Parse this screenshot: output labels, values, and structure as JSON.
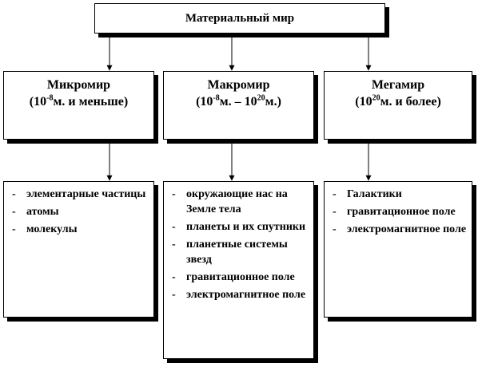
{
  "root": {
    "label": "Материальный мир"
  },
  "levels": {
    "micro": {
      "title": "Микромир",
      "range_open": "(10",
      "range_exp": "-8",
      "range_close": "м. и меньше)",
      "items": [
        "элементарные частицы",
        "атомы",
        "молекулы"
      ]
    },
    "macro": {
      "title": "Макромир",
      "range_open": "(10",
      "range_exp1": "-8",
      "range_mid": "м. – 10",
      "range_exp2": "20",
      "range_close": "м.)",
      "items": [
        "окружающие нас на Земле тела",
        "планеты и их спутники",
        "планетные системы звезд",
        "гравитационное поле",
        "электромагнитное поле"
      ]
    },
    "mega": {
      "title": "Мегамир",
      "range_open": "(10",
      "range_exp": "20",
      "range_close": "м. и более)",
      "items": [
        "Галактики",
        "гравитационное поле",
        "электромагнитное поле"
      ]
    }
  },
  "colors": {
    "line": "#000000",
    "box_fill": "#ffffff",
    "shadow": "#000000"
  }
}
